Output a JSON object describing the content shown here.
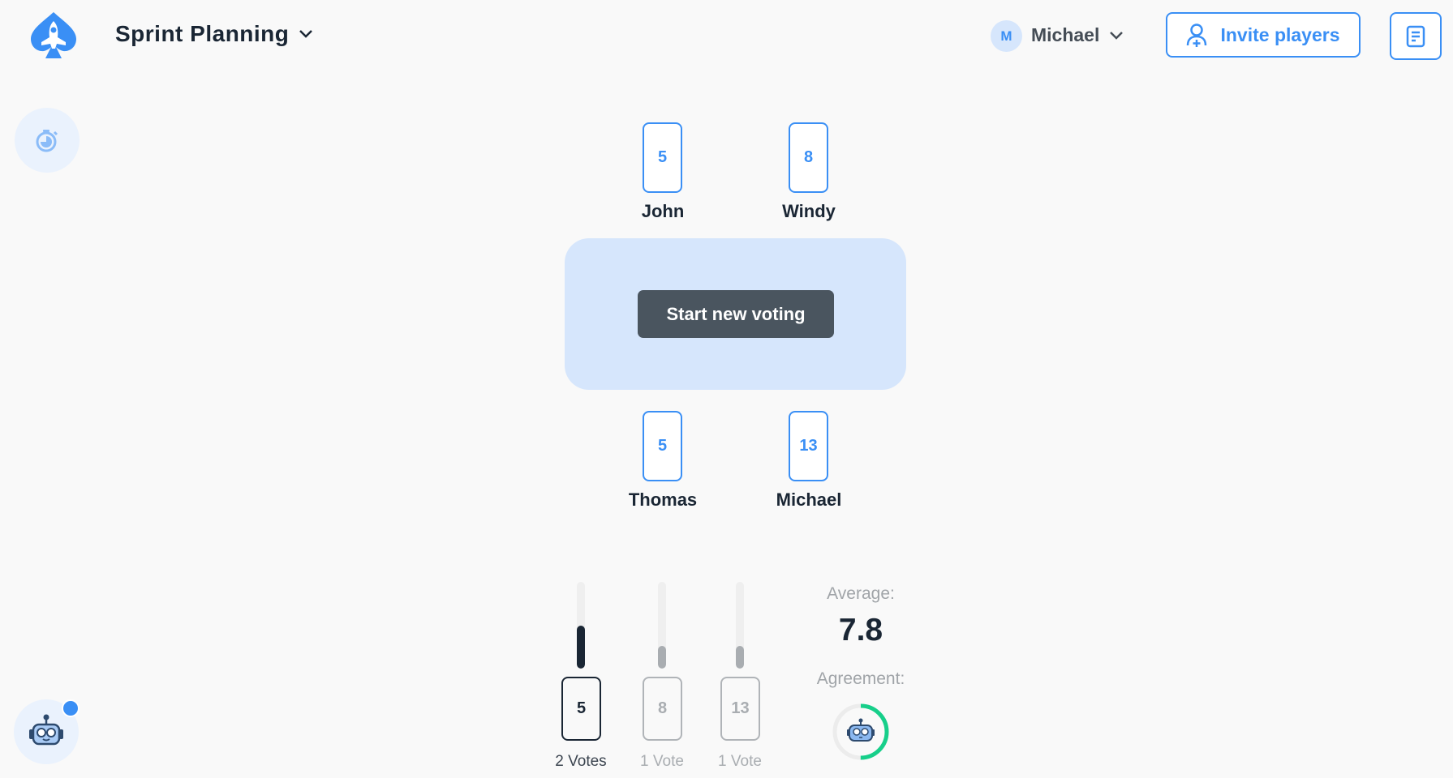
{
  "header": {
    "title": "Sprint Planning",
    "user_initial": "M",
    "user_name": "Michael",
    "invite_label": "Invite players"
  },
  "players": [
    {
      "name": "John",
      "card": "5"
    },
    {
      "name": "Windy",
      "card": "8"
    },
    {
      "name": "Thomas",
      "card": "5"
    },
    {
      "name": "Michael",
      "card": "13"
    }
  ],
  "table": {
    "start_label": "Start new voting"
  },
  "results": [
    {
      "card": "5",
      "votes_label": "2 Votes",
      "votes": 2,
      "fill_fraction": 0.5,
      "selected": true
    },
    {
      "card": "8",
      "votes_label": "1 Vote",
      "votes": 1,
      "fill_fraction": 0.26,
      "selected": false
    },
    {
      "card": "13",
      "votes_label": "1 Vote",
      "votes": 1,
      "fill_fraction": 0.26,
      "selected": false
    }
  ],
  "stats": {
    "average_label": "Average:",
    "average_value": "7.8",
    "agreement_label": "Agreement:",
    "agreement_fraction": 0.5
  },
  "colors": {
    "accent": "#3a8ff5",
    "dark": "#1a2634",
    "agreement": "#17cf8a",
    "table": "#d6e6fc"
  }
}
